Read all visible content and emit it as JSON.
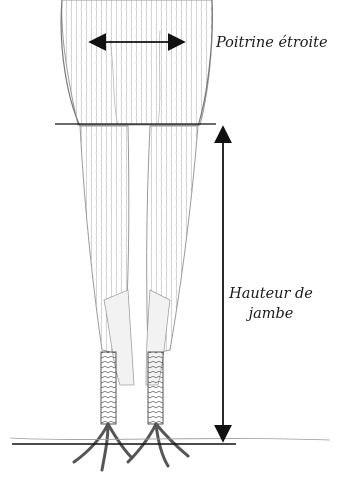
{
  "labels": {
    "narrow_chest": "Poitrine étroite",
    "leg_height_line1": "Hauteur de",
    "leg_height_line2": "jambe"
  },
  "colors": {
    "ink": "#1a1a1a",
    "sketch": "#8a8a8a",
    "background": "#ffffff"
  }
}
